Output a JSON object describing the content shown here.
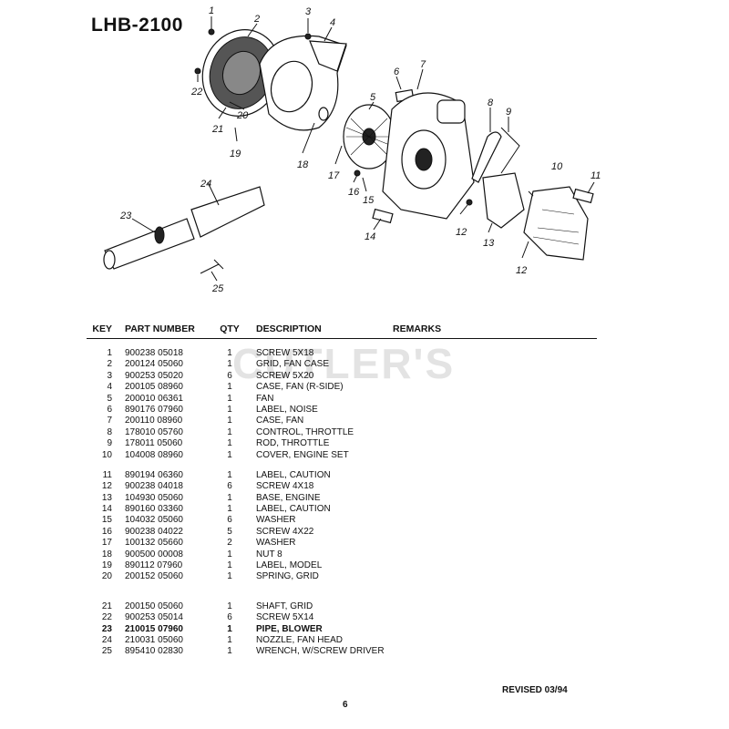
{
  "header": {
    "model": "LHB-2100"
  },
  "watermark": "CUTLER'S",
  "diagram": {
    "callouts": [
      "1",
      "2",
      "3",
      "4",
      "5",
      "6",
      "7",
      "8",
      "9",
      "10",
      "11",
      "12",
      "12",
      "13",
      "14",
      "15",
      "16",
      "17",
      "18",
      "19",
      "20",
      "21",
      "22",
      "23",
      "24",
      "25"
    ]
  },
  "table": {
    "headers": {
      "key": "KEY",
      "part_number": "PART NUMBER",
      "qty": "QTY",
      "description": "DESCRIPTION",
      "remarks": "REMARKS"
    },
    "groups": [
      [
        {
          "key": "1",
          "pn": "900238 05018",
          "qty": "1",
          "desc": "SCREW  5X18"
        },
        {
          "key": "2",
          "pn": "200124 05060",
          "qty": "1",
          "desc": "GRID, FAN CASE"
        },
        {
          "key": "3",
          "pn": "900253 05020",
          "qty": "6",
          "desc": "SCREW  5X20"
        },
        {
          "key": "4",
          "pn": "200105 08960",
          "qty": "1",
          "desc": "CASE, FAN (R-SIDE)"
        },
        {
          "key": "5",
          "pn": "200010 06361",
          "qty": "1",
          "desc": "FAN"
        },
        {
          "key": "6",
          "pn": "890176 07960",
          "qty": "1",
          "desc": "LABEL, NOISE"
        },
        {
          "key": "7",
          "pn": "200110 08960",
          "qty": "1",
          "desc": "CASE, FAN"
        },
        {
          "key": "8",
          "pn": "178010 05760",
          "qty": "1",
          "desc": "CONTROL, THROTTLE"
        },
        {
          "key": "9",
          "pn": "178011 05060",
          "qty": "1",
          "desc": "ROD, THROTTLE"
        },
        {
          "key": "10",
          "pn": "104008 08960",
          "qty": "1",
          "desc": "COVER, ENGINE SET"
        }
      ],
      [
        {
          "key": "11",
          "pn": "890194 06360",
          "qty": "1",
          "desc": "LABEL, CAUTION"
        },
        {
          "key": "12",
          "pn": "900238 04018",
          "qty": "6",
          "desc": "SCREW  4X18"
        },
        {
          "key": "13",
          "pn": "104930 05060",
          "qty": "1",
          "desc": "BASE, ENGINE"
        },
        {
          "key": "14",
          "pn": "890160 03360",
          "qty": "1",
          "desc": "LABEL, CAUTION"
        },
        {
          "key": "15",
          "pn": "104032 05060",
          "qty": "6",
          "desc": "WASHER"
        },
        {
          "key": "16",
          "pn": "900238 04022",
          "qty": "5",
          "desc": "SCREW  4X22"
        },
        {
          "key": "17",
          "pn": "100132 05660",
          "qty": "2",
          "desc": "WASHER"
        },
        {
          "key": "18",
          "pn": "900500 00008",
          "qty": "1",
          "desc": "NUT  8"
        },
        {
          "key": "19",
          "pn": "890112 07960",
          "qty": "1",
          "desc": "LABEL, MODEL"
        },
        {
          "key": "20",
          "pn": "200152 05060",
          "qty": "1",
          "desc": "SPRING, GRID"
        }
      ],
      [
        {
          "key": "21",
          "pn": "200150 05060",
          "qty": "1",
          "desc": "SHAFT, GRID"
        },
        {
          "key": "22",
          "pn": "900253 05014",
          "qty": "6",
          "desc": "SCREW  5X14"
        },
        {
          "key": "23",
          "pn": "210015 07960",
          "qty": "1",
          "desc": "PIPE, BLOWER",
          "bold": true
        },
        {
          "key": "24",
          "pn": "210031 05060",
          "qty": "1",
          "desc": "NOZZLE, FAN HEAD"
        },
        {
          "key": "25",
          "pn": "895410 02830",
          "qty": "1",
          "desc": "WRENCH, W/SCREW DRIVER"
        }
      ]
    ]
  },
  "footer": {
    "revised": "REVISED 03/94",
    "page": "6"
  }
}
